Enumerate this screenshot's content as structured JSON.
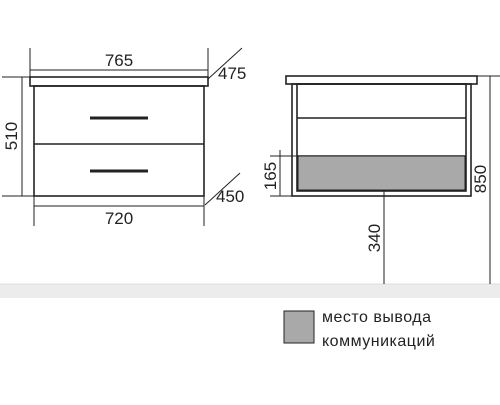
{
  "front_view": {
    "top_width": "765",
    "body_width": "720",
    "height": "510",
    "top_depth": "475",
    "body_depth": "450"
  },
  "side_view": {
    "utility_height": "165",
    "floor_to_top": "850",
    "pipe_height": "340"
  },
  "legend": {
    "line1": "место вывода",
    "line2": "коммуникаций",
    "swatch_color": "#a9a9a9"
  },
  "colors": {
    "line": "#222222",
    "floor": "#ececec"
  }
}
